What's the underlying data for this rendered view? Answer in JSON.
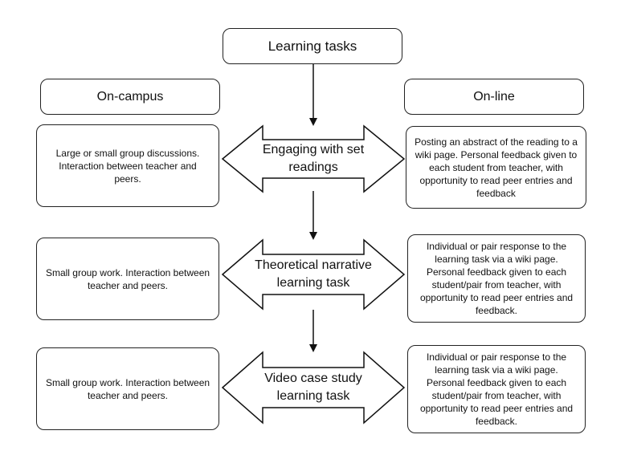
{
  "title": "Learning tasks",
  "left_header": "On-campus",
  "right_header": "On-line",
  "rows": [
    {
      "task": "Engaging with set readings",
      "on_campus": "Large or small group discussions. Interaction between teacher and peers.",
      "online": "Posting an abstract of the reading to a wiki page.  Personal feedback given to each student from teacher, with opportunity to read peer entries and feedback"
    },
    {
      "task": "Theoretical narrative learning task",
      "on_campus": "Small group work. Interaction between teacher and peers.",
      "online": "Individual or pair response to the learning task via a wiki page. Personal feedback given to each student/pair from teacher, with opportunity to read peer entries and feedback."
    },
    {
      "task": "Video case study learning task",
      "on_campus": "Small group work. Interaction between teacher and peers.",
      "online": "Individual or pair response to the learning task via a wiki page. Personal feedback given to each student/pair from teacher, with opportunity to read peer entries and feedback."
    }
  ]
}
